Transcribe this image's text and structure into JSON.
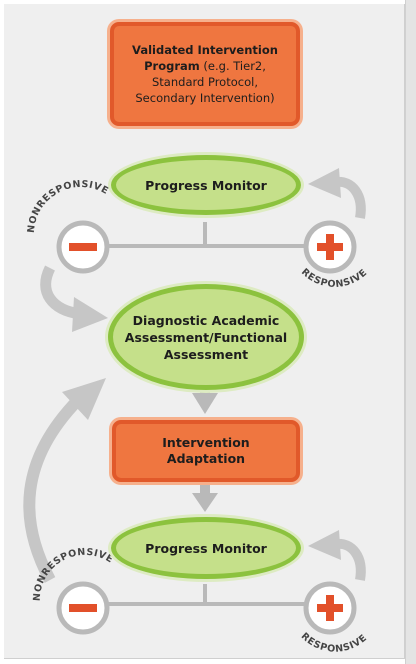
{
  "nodes": {
    "program_bold": "Validated Intervention Program",
    "program_rest": " (e.g. Tier2, Standard Protocol, Secondary Intervention)",
    "monitor_top": "Progress Monitor",
    "diagnostic": "Diagnostic Academic Assessment/Functional Assessment",
    "adaptation": "Intervention Adaptation",
    "monitor_bottom": "Progress Monitor"
  },
  "labels": {
    "nonresponsive": "NONRESPONSIVE",
    "responsive": "RESPONSIVE"
  },
  "symbols": {
    "minus": "−",
    "plus": "+"
  },
  "colors": {
    "box_fill": "#ef7640",
    "box_border": "#e1592a",
    "ellipse_fill": "#c5e08a",
    "ellipse_border": "#8cc23e",
    "connector": "#b9b9b9",
    "symbol_red": "#e2502a"
  }
}
